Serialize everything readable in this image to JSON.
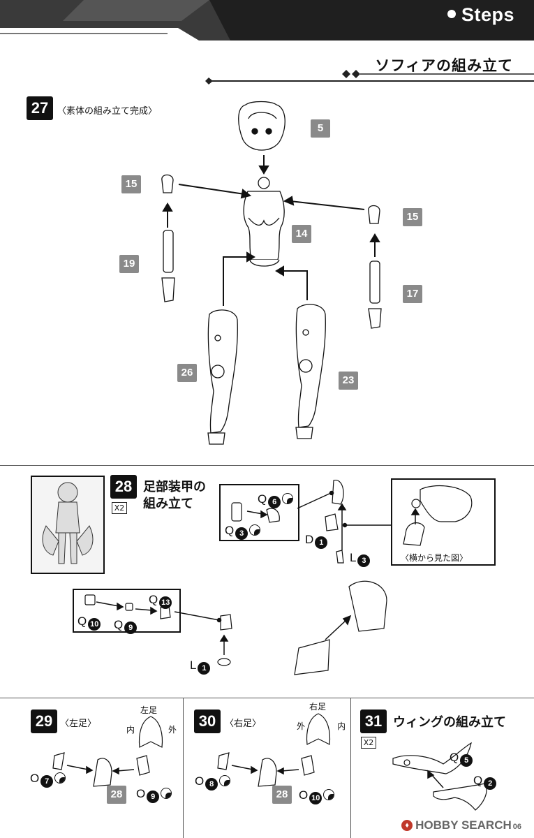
{
  "header": {
    "title": "Steps",
    "subtitle": "ソフィアの組み立て"
  },
  "step27": {
    "number": "27",
    "note": "〈素体の組み立て完成〉",
    "parts": {
      "head": "5",
      "shoulder_left": "15",
      "shoulder_right": "15",
      "torso": "14",
      "arm_left": "19",
      "arm_right": "17",
      "leg_left": "26",
      "leg_right": "23"
    }
  },
  "step28": {
    "number": "28",
    "title_line1": "足部装甲の",
    "title_line2": "組み立て",
    "multiplier": "X2",
    "labels": {
      "q6": "Q",
      "q6_num": "6",
      "q3": "Q",
      "q3_num": "3",
      "d1": "D",
      "d1_num": "1",
      "l3": "L",
      "l3_num": "3",
      "q13": "Q",
      "q13_num": "13",
      "q10": "Q",
      "q10_num": "10",
      "q9": "Q",
      "q9_num": "9",
      "l1": "L",
      "l1_num": "1"
    },
    "side_view_caption": "〈横から見た図〉"
  },
  "step29": {
    "number": "29",
    "note": "〈左足〉",
    "foot_label": "左足",
    "inner": "内",
    "outer": "外",
    "o7": "O",
    "o7_num": "7",
    "o9": "O",
    "o9_num": "9",
    "part": "28"
  },
  "step30": {
    "number": "30",
    "note": "〈右足〉",
    "foot_label": "右足",
    "outer": "外",
    "inner": "内",
    "o8": "O",
    "o8_num": "8",
    "o10": "O",
    "o10_num": "10",
    "part": "28"
  },
  "step31": {
    "number": "31",
    "title": "ウィングの組み立て",
    "multiplier": "X2",
    "q5": "Q",
    "q5_num": "5",
    "q2": "Q",
    "q2_num": "2"
  },
  "footer": {
    "watermark": "HOBBY SEARCH",
    "page_number": "06"
  }
}
